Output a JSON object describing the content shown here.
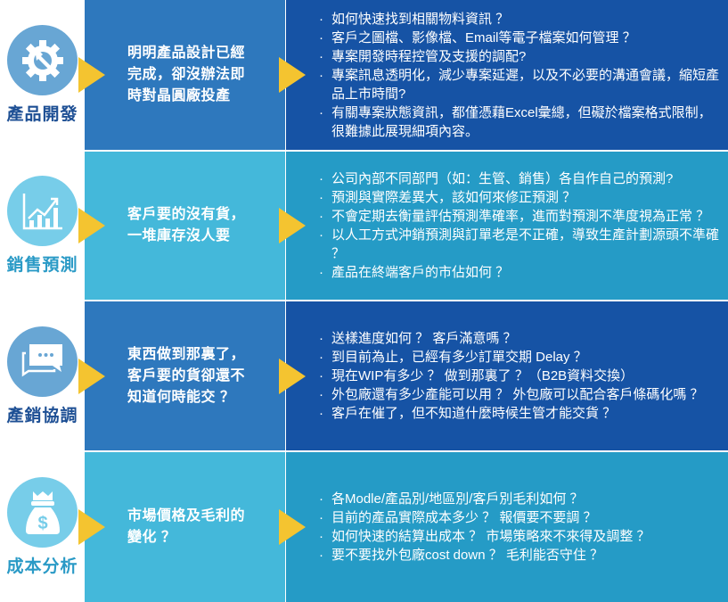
{
  "rows": [
    {
      "label": "產品開發",
      "icon": "gear-wrench-icon",
      "problem": "明明產品設計已經完成，卻沒辦法即時對晶圓廠投產",
      "items": [
        "如何快速找到相關物料資訊 ？",
        "客戶之圖檔、影像檔、Email等電子檔案如何管理 ？",
        "專案開發時程控管及支援的調配?",
        "專案訊息透明化，減少專案延遲，以及不必要的溝通會議，縮短產品上市時間?",
        "有關專案狀態資訊，都僅憑藉Excel彙總，但礙於檔案格式限制，很難據此展現細項內容。"
      ]
    },
    {
      "label": "銷售預測",
      "icon": "chart-growth-icon",
      "problem": "客戶要的沒有貨，一堆庫存沒人要",
      "items": [
        "公司內部不同部門（如：生管、銷售）各自作自己的預測?",
        "預測與實際差異大，該如何來修正預測 ？",
        "不會定期去衡量評估預測準確率，進而對預測不準度視為正常 ？",
        "以人工方式沖銷預測與訂單老是不正確，導致生產計劃源頭不準確 ？",
        "產品在終端客戶的市佔如何 ？"
      ]
    },
    {
      "label": "產銷協調",
      "icon": "chat-bubbles-icon",
      "problem": "東西做到那裏了，客戶要的貨卻還不知道何時能交 ？",
      "items": [
        "送樣進度如何 ？ 客戶滿意嗎 ？",
        "到目前為止，已經有多少訂單交期 Delay ？",
        "現在WIP有多少 ？ 做到那裏了 ？（B2B資料交換）",
        "外包廠還有多少產能可以用 ？ 外包廠可以配合客戶條碼化嗎 ？",
        "客戶在催了，但不知道什麼時候生管才能交貨 ？"
      ]
    },
    {
      "label": "成本分析",
      "icon": "money-bag-icon",
      "problem": "市場價格及毛利的變化 ？",
      "items": [
        "各Modle/產品別/地區別/客戶別毛利如何 ？",
        "目前的產品實際成本多少 ？ 報價要不要調 ？",
        "如何快速的結算出成本 ？ 市場策略來不來得及調整 ？",
        "要不要找外包廠cost down ？ 毛利能否守住 ？"
      ]
    }
  ],
  "colors": {
    "dark_mid": "#2e78bd",
    "dark_right": "#1653a5",
    "light_mid": "#44b8da",
    "light_right": "#259bc6",
    "arrow": "#f4c430"
  }
}
